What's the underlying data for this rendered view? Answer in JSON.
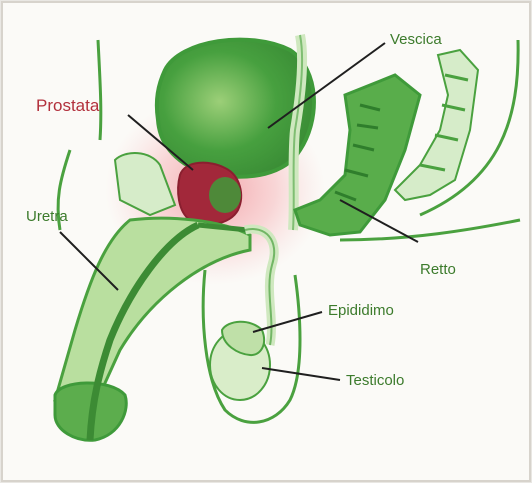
{
  "labels": {
    "vescica": "Vescica",
    "prostata": "Prostata",
    "uretra": "Uretra",
    "retto": "Retto",
    "epididimo": "Epididimo",
    "testicolo": "Testicolo"
  },
  "colors": {
    "organ_dark": "#3f9a3a",
    "organ_mid": "#67b85a",
    "organ_light": "#cfe8bf",
    "outline": "#4aa13f",
    "prostate": "#a2283a",
    "highlight": "#f2a0a6",
    "label_green": "#3c7b2c",
    "label_red": "#b2303c"
  }
}
